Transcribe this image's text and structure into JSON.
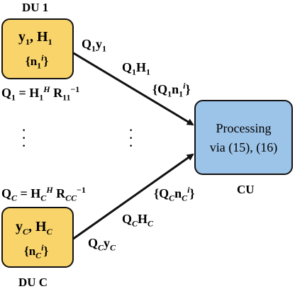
{
  "du1": {
    "title": "DU 1",
    "line1": "y1, H1",
    "line2": "{n1i}"
  },
  "duC": {
    "title": "DU C",
    "line1": "yC, HC",
    "line2": "{nCi}"
  },
  "cu": {
    "label_line1": "Processing",
    "label_line2": "via (15), (16)",
    "title": "CU"
  },
  "equations": {
    "q1": "Q1 = H1H R11−1",
    "qc": "QC = HCH RCC−1"
  },
  "arrow_labels": {
    "upper": [
      "Q1y1",
      "Q1H1",
      "{Q1n1i}"
    ],
    "lower": [
      "{QCnCi}",
      "QCHC",
      "QCyC"
    ]
  },
  "colors": {
    "du_fill": "#f9d46a",
    "cu_fill": "#9cc3e8",
    "stroke": "#111111"
  }
}
